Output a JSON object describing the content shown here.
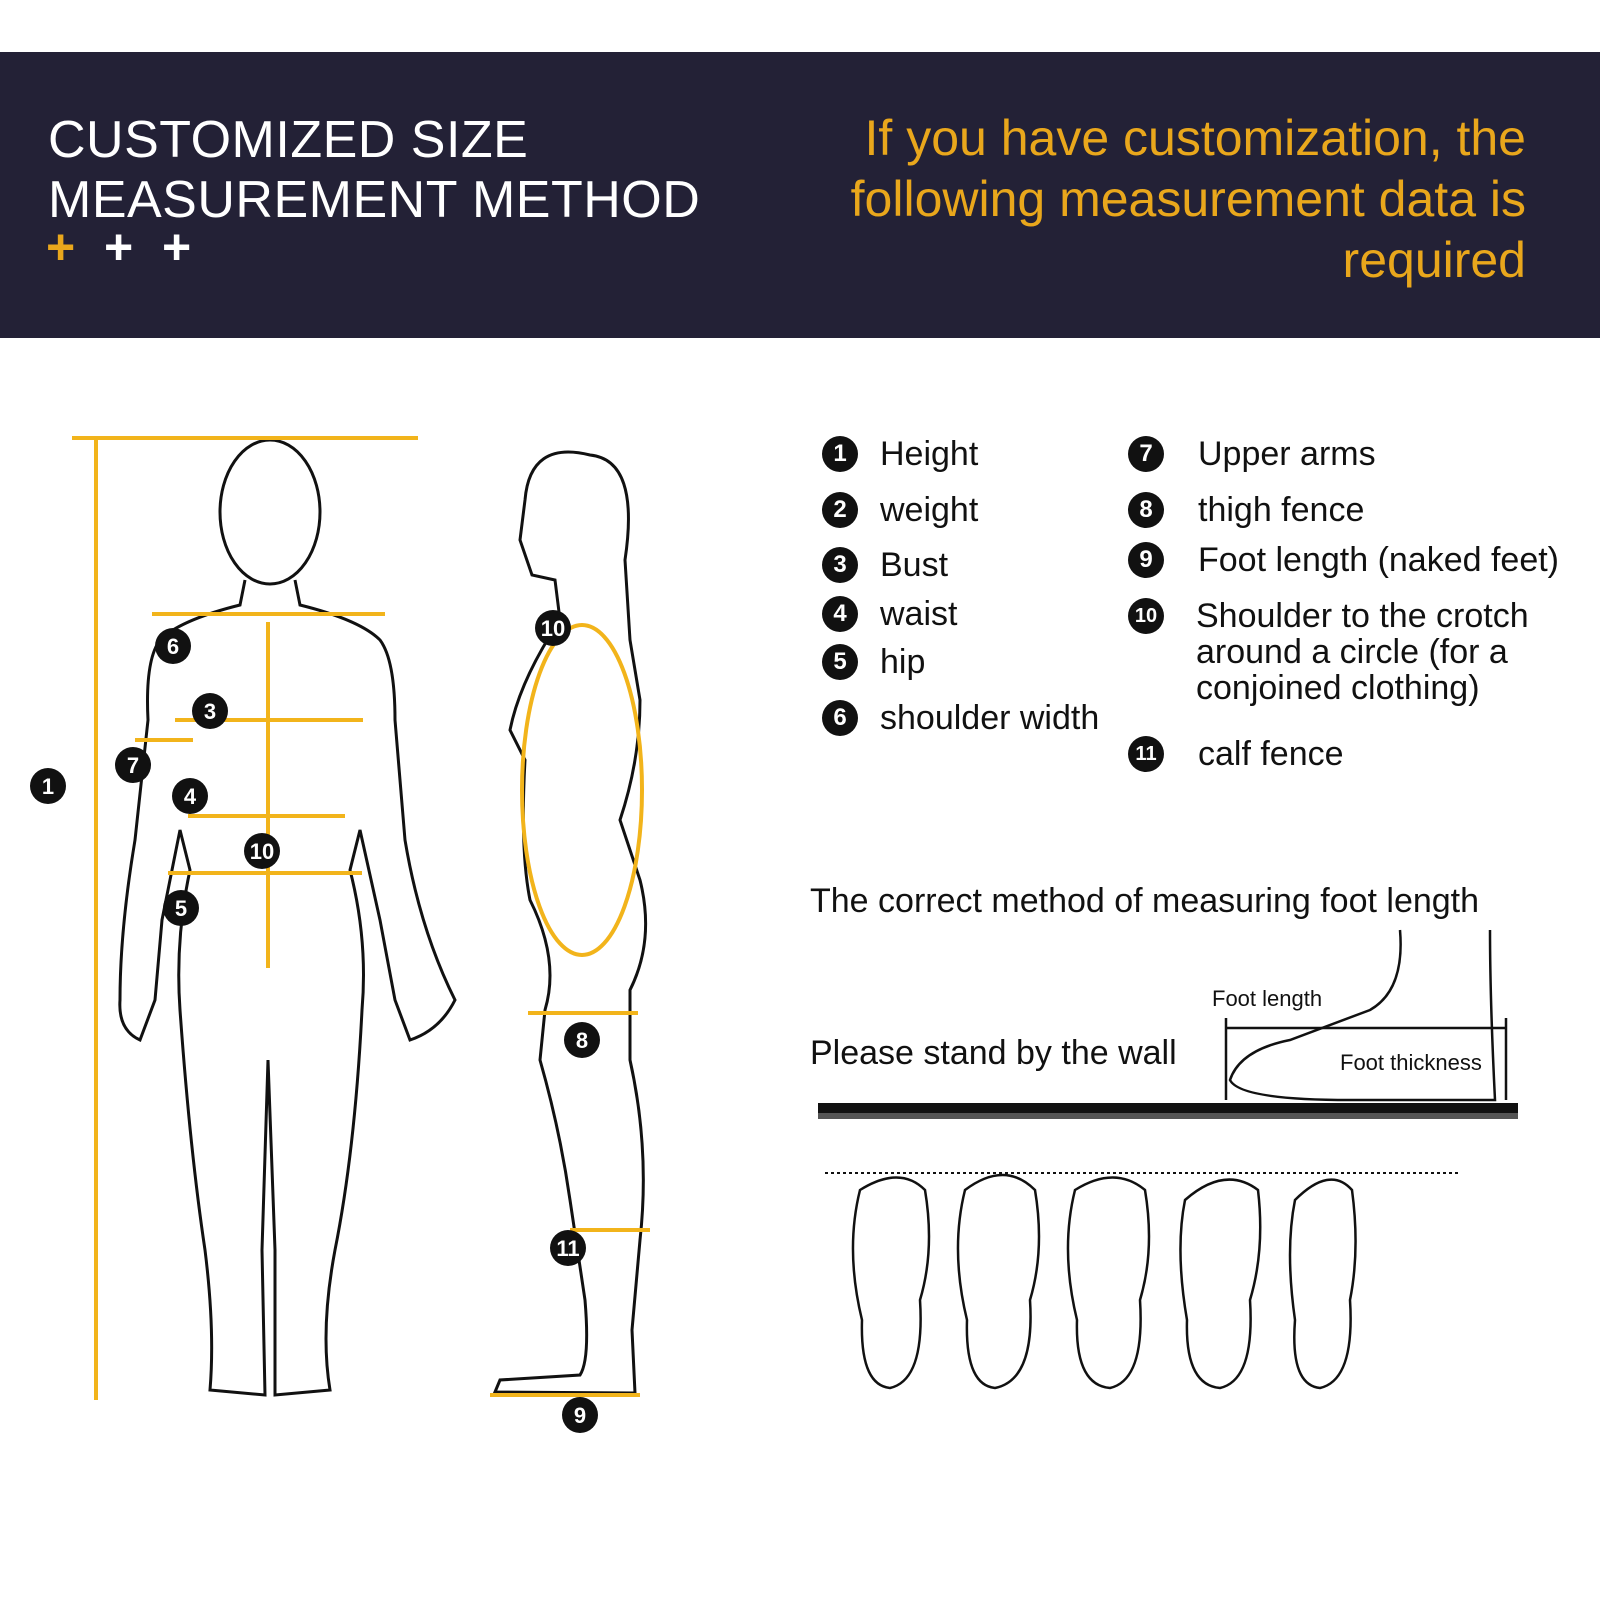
{
  "header": {
    "title_line1": "CUSTOMIZED SIZE",
    "title_line2": "MEASUREMENT METHOD",
    "plus_marks": [
      "+",
      "+",
      "+"
    ],
    "subtitle": "If you have customization, the following measurement data is required",
    "colors": {
      "background": "#232136",
      "accent": "#e9a71c",
      "title": "#ffffff"
    }
  },
  "figure_labels": [
    "1",
    "3",
    "4",
    "5",
    "6",
    "7",
    "10",
    "8",
    "9",
    "10",
    "11"
  ],
  "legend": {
    "left": [
      {
        "num": "1",
        "label": "Height"
      },
      {
        "num": "2",
        "label": "weight"
      },
      {
        "num": "3",
        "label": "Bust"
      },
      {
        "num": "4",
        "label": "waist"
      },
      {
        "num": "5",
        "label": "hip"
      },
      {
        "num": "6",
        "label": "shoulder width"
      }
    ],
    "right": [
      {
        "num": "7",
        "label": "Upper arms"
      },
      {
        "num": "8",
        "label": "thigh fence"
      },
      {
        "num": "9",
        "label": "Foot length (naked feet)"
      },
      {
        "num": "10",
        "label": "Shoulder to the crotch around a circle (for a conjoined clothing)"
      },
      {
        "num": "11",
        "label": "calf fence"
      }
    ]
  },
  "foot_section": {
    "heading": "The correct method of measuring foot length",
    "instruction": "Please stand by the wall",
    "foot_length_label": "Foot length",
    "foot_thickness_label": "Foot thickness"
  }
}
